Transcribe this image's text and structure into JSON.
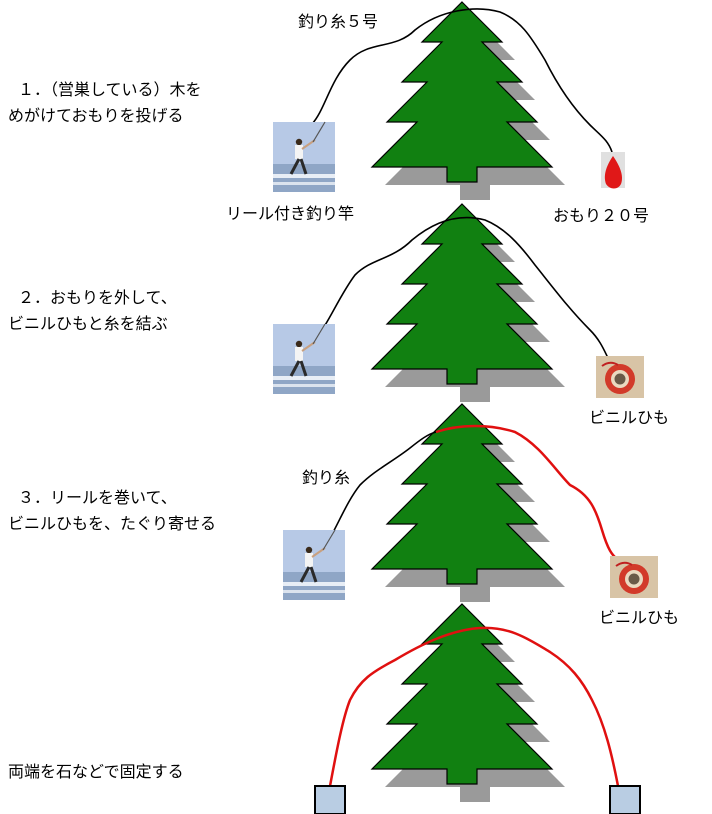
{
  "step1": {
    "line1": "１．（営巣している）木を",
    "line2": "めがけておもりを投げる",
    "line_label": "釣り糸５号",
    "rod_label": "リール付き釣り竿",
    "weight_label": "おもり２０号"
  },
  "step2": {
    "line1": "２．おもりを外して、",
    "line2": "ビニルひもと糸を結ぶ"
  },
  "step3": {
    "line1": "３．リールを巻いて、",
    "line2": "ビニルひもを、たぐり寄せる",
    "line_label": "釣り糸",
    "string_label": "ビニルひも"
  },
  "step2_string_label": "ビニルひも",
  "step4": {
    "text": "両端を石などで固定する"
  },
  "colors": {
    "tree": "#118011",
    "tree_shadow": "#9a9a9a",
    "fishing_line": "#000000",
    "vinyl_string": "#e01010",
    "stone": "#b9cde3"
  }
}
